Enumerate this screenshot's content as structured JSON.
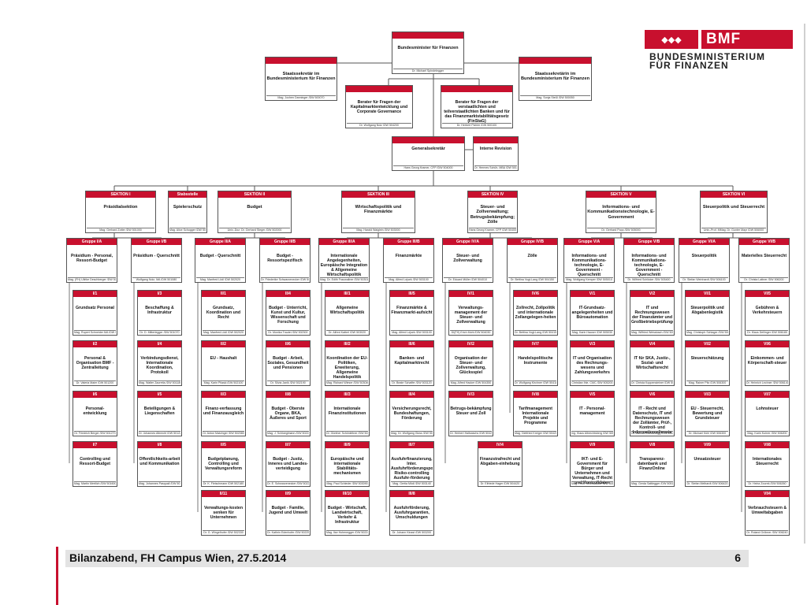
{
  "footer": {
    "text": "Bilanzabend, FH Campus Wien, 27.5.2014",
    "page": "6"
  },
  "logo": {
    "abbr": "BMF",
    "line1": "BUNDESMINISTERIUM",
    "line2": "FÜR FINANZEN"
  },
  "colors": {
    "accent": "#c8102e",
    "footer_bar": "#e3e3e3"
  },
  "top": {
    "minister": {
      "title": "Bundesminister für Finanzen",
      "person": "Dr. Michael Spindelegger"
    },
    "sec_left": {
      "title": "Staatssekretär im Bundesministerium für Finanzen",
      "person": "Mag. Jochen Danninger /DW 500070"
    },
    "sec_right": {
      "title": "Staatssekretärin im Bundesministerium für Finanzen",
      "person": "Mag. Sonja Steßl /DW 500050"
    },
    "adv1": {
      "title": "Berater für Fragen der Kapitalmarktentwicklung und Corporate Governance",
      "person": "Dr. Wolfgang Nolz /DW 504200"
    },
    "adv2": {
      "title": "Berater für Fragen der verstaatlichten und teilverstaatlichten Banken und für das Finanzmarktstabilitätsgesetz (FinStaG)",
      "person": "Dr. Herbert Pichler /DW 500100"
    },
    "gensec": {
      "title": "Generalsekretär",
      "person": "Hans Georg Kramer, CFP /DW 504000"
    },
    "revision": {
      "title": "Interne Revision",
      "person": "Dr. Hermes Schüh, MBA /DW 501280"
    }
  },
  "sections": [
    {
      "head": "SEKTION I",
      "title": "Präsidialsektion",
      "person": "Mag. Gerhard Zotter /DW 501000"
    },
    {
      "head": "Stabsstelle",
      "title": "Spielerschutz",
      "person": "Mag. Alice Schogger /DW 500280"
    },
    {
      "head": "SEKTION II",
      "title": "Budget",
      "person": "Univ.-Doz. Dr. Gerhard Steger /DW 502000"
    },
    {
      "head": "SEKTION III",
      "title": "Wirtschaftspolitik und Finanzmärkte",
      "person": "Mag. Harald Waiglein /DW 503000"
    },
    {
      "head": "SEKTION IV",
      "title": "Steuer- und Zollverwaltung; Betrugsbekämpfung; Zölle",
      "person": "Hans Georg Kramer, CFP /DW 504000"
    },
    {
      "head": "SEKTION V",
      "title": "Informations- und Kommunikationstechnologie, E-Government",
      "person": "Dr. Gerhard Popp /DW 505000"
    },
    {
      "head": "SEKTION VI",
      "title": "Steuerpolitik und Steuerrecht",
      "person": "Univ.-Prof. MMag. Dr. Gunter Mayr /DW 506000"
    }
  ],
  "groups": [
    {
      "head": "Gruppe I/A",
      "title": "Präsidium - Personal, Ressort-Budget",
      "person": "Mag. (FH) Ullrike Deschberger /DW 501050"
    },
    {
      "head": "Gruppe I/B",
      "title": "Präsidium - Querschnitt",
      "person": "Wolfgang Nolz, MA /DW 501080"
    },
    {
      "head": "Gruppe II/A",
      "title": "Budget - Querschnitt",
      "person": "Mag. Manfred Lödl /DW 502020"
    },
    {
      "head": "Gruppe II/B",
      "title": "Budget - Ressortspezifisch",
      "person": "Dr. Friederike Schwarzenecker /DW 502300"
    },
    {
      "head": "Gruppe III/A",
      "title": "Internationale Angelegenheiten, Europäische Integration & Allgemeine Wirtschaftspolitik",
      "person": "Mag. Dr. Edith Frauwallner /DW 503010"
    },
    {
      "head": "Gruppe III/B",
      "title": "Finanzmärkte",
      "person": "Mag. Alfred Lejsek /DW 503100"
    },
    {
      "head": "Gruppe IV/A",
      "title": "Steuer- und Zollverwaltung",
      "person": "Dr. Eduard Müller /DW 504010"
    },
    {
      "head": "Gruppe IV/B",
      "title": "Zölle",
      "person": "Dr. Bettina Vogt-Lang /DW 504150"
    },
    {
      "head": "Gruppe V/A",
      "title": "Informations- und Kommunikations-technologie, E-Government - Querschnitt",
      "person": "Mag. Wolfgang Kemper /DW 505010"
    },
    {
      "head": "Gruppe V/B",
      "title": "Informations- und Kommunikations-technologie, E-Government - Querschnitt",
      "person": "Dr. Wilfried Schlicker /DW 505400"
    },
    {
      "head": "Gruppe VI/A",
      "title": "Steuerpolitik",
      "person": "Dr. Stefan Weinhardt /DW 506100"
    },
    {
      "head": "Gruppe VI/B",
      "title": "Materielles Steuerrecht",
      "person": "Dr. Christa Lattner /DW 506200"
    }
  ],
  "columns": [
    [
      {
        "head": "I/1",
        "title": "Grundsatz Personal",
        "person": "Mag. Rupert Schneider MA /DW 501100"
      },
      {
        "head": "I/2",
        "title": "Personal & Organisation BMF - Zentralleitung",
        "person": "Dr. Valeria Maier /DW 501200"
      },
      {
        "head": "I/6",
        "title": "Personal-entwicklung",
        "person": "Dr. Friedrich Berger /DW 501270"
      },
      {
        "head": "I/7",
        "title": "Controlling und Ressort-Budget",
        "person": "Mag. Martin Mertlich /DW 501600"
      }
    ],
    [
      {
        "head": "I/3",
        "title": "Beschaffung & Infrastruktur",
        "person": "Dr. D. Mitterlegger /DW 501070"
      },
      {
        "head": "I/4",
        "title": "Verbindungsdienst, Internationale Koordination, Protokoll",
        "person": "Mag. Walter Zaoretta /DW 501180"
      },
      {
        "head": "I/5",
        "title": "Beteiligungen & Liegenschaften",
        "person": "Dr. Johannes Albrecht /DW 501220"
      },
      {
        "head": "I/8",
        "title": "Öffentlichkeits-arbeit und Kommunikation",
        "person": "Mag. Johannes Pasquali /DW 501038"
      }
    ],
    [
      {
        "head": "II/1",
        "title": "Grundsatz, Koordination und Recht",
        "person": "Mag. Manfred Lödl /DW 502020"
      },
      {
        "head": "II/2",
        "title": "EU - Haushalt",
        "person": "Mag. Karin Pilaski /DW 502100"
      },
      {
        "head": "II/3",
        "title": "Finanz-verfassung und Finanzausgleich",
        "person": "Dr. Anton Matzinger /DW 502080"
      },
      {
        "head": "II/5",
        "title": "Budgetplanung, Controlling und Verwaltungsreform",
        "person": "Dr. K. Fleischmann /DW 502180"
      },
      {
        "head": "II/11",
        "title": "Verwaltungs-kosten senken für Unternehmen",
        "person": "Dr. G. Wingelhofer /DW 502330"
      }
    ],
    [
      {
        "head": "II/4",
        "title": "Budget - Unterricht, Kunst und Kultur, Wissenschaft und Forschung",
        "person": "Dr. Monika Trautel /DW 502300"
      },
      {
        "head": "II/6",
        "title": "Budget - Arbeit, Soziales, Gesundheit und Pensionen",
        "person": "Dr. Silvia Janik /DW 502190"
      },
      {
        "head": "II/8",
        "title": "Budget - Oberste Organe, BKA, Äußeres und Sport",
        "person": "Mag. J. Schloeglmann /DW 502220"
      },
      {
        "head": "II/7",
        "title": "Budget - Justiz, Inneres und Landes-verteidigung",
        "person": "Dr. E. Schwarzenecker /DW 502230"
      },
      {
        "head": "II/9",
        "title": "Budget - Familie, Jugend und Umwelt",
        "person": "Dr. Kathrin Edenhofer /DW 502250"
      }
    ],
    [
      {
        "head": "III/1",
        "title": "Allgemeine Wirtschaftspolitik",
        "person": "Dr. Alfred Katterl /DW 503020"
      },
      {
        "head": "III/2",
        "title": "Koordination der EU-Politiken, Erweiterung, Allgemeine Handelspolitik",
        "person": "Mag. Richard Wieser /DW 503040"
      },
      {
        "head": "III/3",
        "title": "Internationale Finanzinstitutionen",
        "person": "Dr. Günther Schönleitner /DW 503060"
      },
      {
        "head": "III/9",
        "title": "Europäische und internationale Stabilitäts-mechanismen",
        "person": "Mag. Paul Schieder /DW 503090"
      },
      {
        "head": "III/10",
        "title": "Budget - Wirtschaft, Landwirtschaft, Verkehr & Infrastruktur",
        "person": "Mag. Ilse Hohenegger /DW 502240"
      }
    ],
    [
      {
        "head": "III/5",
        "title": "Finanzmärkte & Finanzmarkt-aufsicht",
        "person": "Mag. Alfred Lejsek /DW 503100"
      },
      {
        "head": "III/6",
        "title": "Banken- und Kapitalmarktrecht",
        "person": "Dr. Beate Schaffer /DW 503120"
      },
      {
        "head": "III/4",
        "title": "Versicherungsrecht, Bundeshaftungen, Förderung",
        "person": "Mag. Dr. Wolfgang Gloss /DW 503070"
      },
      {
        "head": "III/7",
        "title": "Ausfuhrfinanzierung, Inter. Ausfuhrförderungspolitik, Risiko-controlling Ausfuhr-förderung",
        "person": "Mag. Gertia Mödl /DW 503140"
      },
      {
        "head": "III/8",
        "title": "Ausfuhrförderung, Ausfuhrgarantien, Umschuldungen",
        "person": "Dr. Johann Kinast /DW 503200"
      }
    ],
    [
      {
        "head": "IV/1",
        "title": "Verwaltungs-management der Steuer- und Zollverwaltung",
        "person": "DI(FH) Erich Mohl /DW 504030"
      },
      {
        "head": "IV/2",
        "title": "Organisation der Steuer- und Zollverwaltung, Glücksspiel",
        "person": "Mag. Alfred Hacker /DW 504350"
      },
      {
        "head": "IV/3",
        "title": "Betrugs-bekämpfung Steuer und Zoll",
        "person": "Dr. Herbert Halbwachs /DW 504280"
      },
      {
        "head": "IV/4",
        "title": "Finanzstrafrecht und Abgaben-einhebung",
        "person": "Dr. Elfriede Hager /DW 504420"
      }
    ],
    [
      {
        "head": "IV/6",
        "title": "Zollrecht, Zollpolitik und internationale Zollangelegen-heiten",
        "person": "Dr. Bettina Vogt-Lang /DW 504150"
      },
      {
        "head": "IV/7",
        "title": "Handelspolitische Instrumente",
        "person": "Dr. Wolfgang Kirchner /DW 504180"
      },
      {
        "head": "IV/8",
        "title": "Tarifmanagement Internationale Projekte und Programme",
        "person": "Mag. Dietfried Kreiger /DW 504200"
      }
    ],
    [
      {
        "head": "V/1",
        "title": "IT-Grundsatz-angelegenheiten und Büroautomation",
        "person": "Mag. Karin Hauser /DW 505030"
      },
      {
        "head": "V/3",
        "title": "IT und Organisation des Rechnungs-wesens und Zahlungsverkehrs",
        "person": "Christian Ihle, CMC /DW 505200"
      },
      {
        "head": "V/5",
        "title": "IT - Personal-management",
        "person": "Ing. Klaus Albrechtsberg /DW 505050"
      },
      {
        "head": "V/9",
        "title": "IKT- und E-Government für Bürger und Unternehmen und Verwaltung, IT-Recht und Kontrolldaten",
        "person": "Mag. Peter Reichstädter /DW 505140"
      }
    ],
    [
      {
        "head": "V/2",
        "title": "IT und Rechnungswesen der Finanzämter und Großbetriebsprüfungen",
        "person": "Mag. Wilfried Weissbach /DW 505050"
      },
      {
        "head": "V/4",
        "title": "IT für SKA, Justiz-, Sozial- und Wirtschaftsrecht",
        "person": "Dr. Christa Koppensteiner /DW 505330"
      },
      {
        "head": "V/6",
        "title": "IT - Recht und Datenschutz, IT und Rechnungswesen der Zollämter, Prüf-, Kontroll- und Informationsdienste",
        "person": "Dr. Michael Loeschnigg /DW 505400"
      },
      {
        "head": "V/8",
        "title": "Transparenz-datenbank und FinanzOnline",
        "person": "Mag. Gerda Sattlegger /DW 505160"
      }
    ],
    [
      {
        "head": "VI/1",
        "title": "Steuerpolitik und Abgabenlegistik",
        "person": "Mag. Christoph Schlager /DW 506100"
      },
      {
        "head": "VI/2",
        "title": "Steuerschätzung",
        "person": "Mag. Rainer Pitz /DW 506300"
      },
      {
        "head": "VI/3",
        "title": "EU - Steuerrecht, Bewertung und Grundsteuer",
        "person": "Dr. Michael Kühl /DW 506300"
      },
      {
        "head": "VI/9",
        "title": "Umsatzsteuer",
        "person": "Dr. Stefan Melhardt /DW 506420"
      }
    ],
    [
      {
        "head": "VI/5",
        "title": "Gebühren & Verkehrsteuern",
        "person": "Dr. Klaus Dellinger /DW 506180"
      },
      {
        "head": "VI/6",
        "title": "Einkommen- und Körperschaft-steuer",
        "person": "Dr. Heinrich Lechner /DW 506140"
      },
      {
        "head": "VI/7",
        "title": "Lohnsteuer",
        "person": "Mag. Karin Kuhrer /DW 506200"
      },
      {
        "head": "VI/8",
        "title": "Internationales Steuerrecht",
        "person": "Dr. Heinz Zourek /DW 506260"
      },
      {
        "head": "VI/4",
        "title": "Verbrauchsteuern & Umweltabgaben",
        "person": "Dr. Roland Gröbner /DW 506240"
      }
    ]
  ]
}
